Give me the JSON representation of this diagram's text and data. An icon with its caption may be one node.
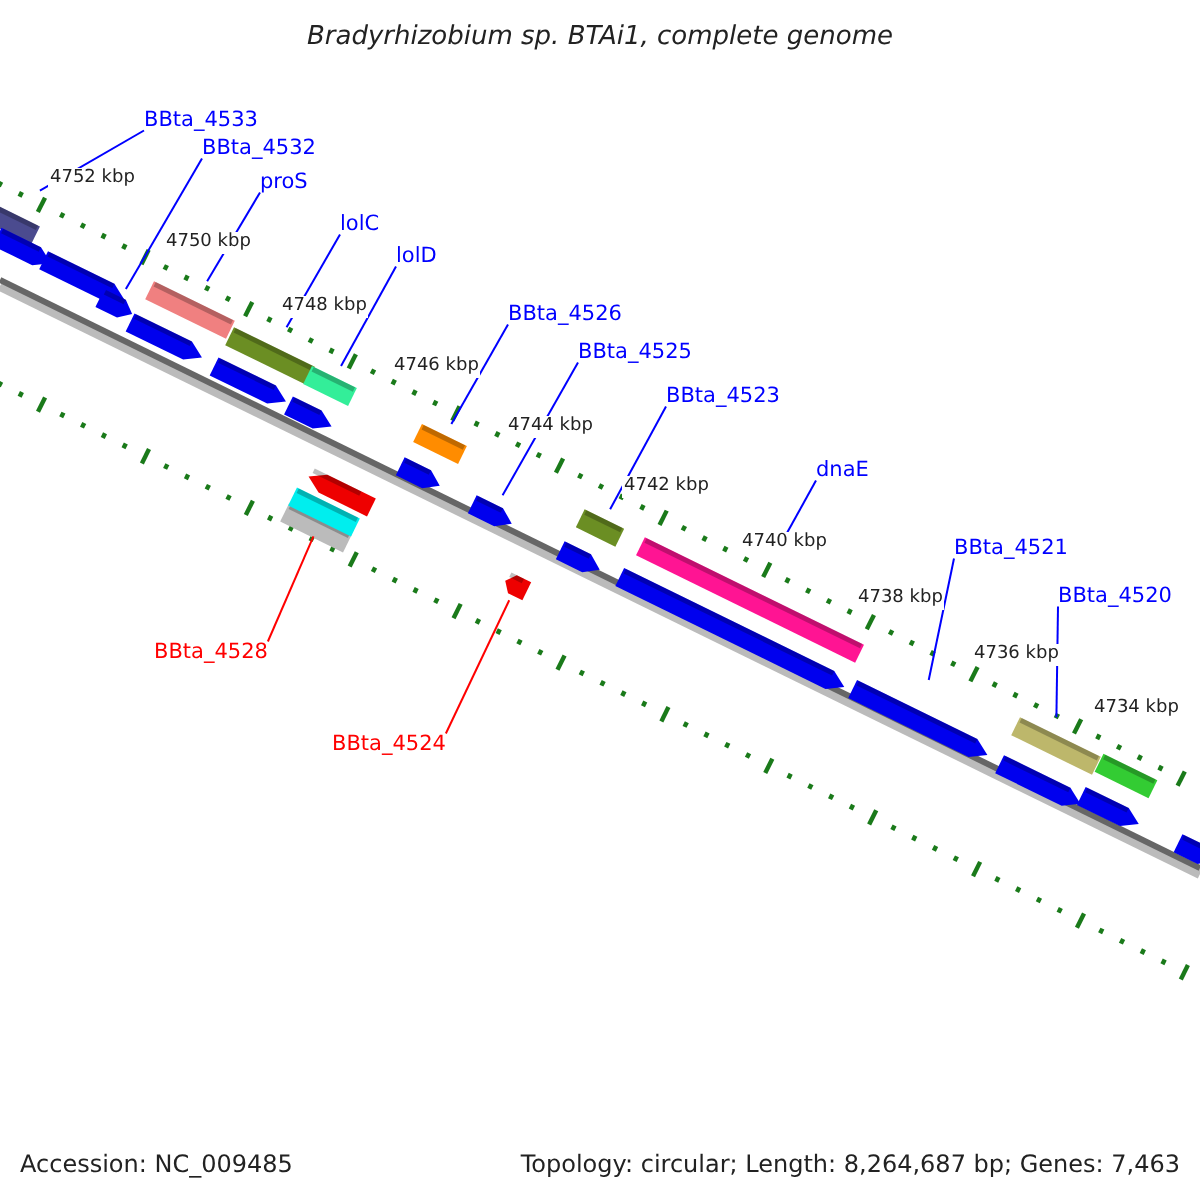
{
  "diagram": {
    "title": "Bradyrhizobium sp. BTAi1, complete genome",
    "nodes": [
      {
        "text": [
          "BBta_4533"
        ]
      },
      {
        "text": [
          "BBta_4532"
        ]
      },
      {
        "text": [
          "proS"
        ]
      },
      {
        "text": [
          "lolC"
        ]
      },
      {
        "text": [
          "lolD"
        ]
      },
      {
        "text": [
          "BBta_4526"
        ]
      },
      {
        "text": [
          "BBta_4525"
        ]
      },
      {
        "text": [
          "BBta_4523"
        ]
      },
      {
        "text": [
          "dnaE"
        ]
      },
      {
        "text": [
          "BBta_4521"
        ]
      },
      {
        "text": [
          "BBta_4520"
        ]
      },
      {
        "text": [
          "BBta_4528"
        ]
      },
      {
        "text": [
          "BBta_4524"
        ]
      },
      {
        "text": [],
        "shape": "bar"
      },
      {
        "text": [],
        "shape": "bar"
      },
      {
        "text": [],
        "shape": "bar"
      },
      {
        "text": [],
        "shape": "bar"
      },
      {
        "text": [],
        "shape": "bar"
      },
      {
        "text": [],
        "shape": "bar"
      },
      {
        "text": [],
        "shape": "bar"
      },
      {
        "text": [],
        "shape": "bar"
      },
      {
        "text": [],
        "shape": "bar"
      },
      {
        "text": [],
        "shape": "bar"
      },
      {
        "text": [],
        "shape": "bar"
      },
      {
        "text": [],
        "shape": "bar"
      },
      {
        "text": [],
        "shape": "bar"
      },
      {
        "text": [],
        "shape": "bar"
      },
      {
        "text": [],
        "shape": "bar"
      },
      {
        "text": [],
        "shape": "bar"
      },
      {
        "text": [],
        "shape": "bar"
      },
      {
        "text": [],
        "shape": "bar"
      },
      {
        "text": [],
        "shape": "bar"
      },
      {
        "text": [],
        "shape": "bar"
      },
      {
        "text": [],
        "shape": "bar"
      },
      {
        "text": [],
        "shape": "bar"
      },
      {
        "text": [],
        "shape": "bar"
      },
      {
        "text": [],
        "shape": "bar"
      },
      {
        "text": [],
        "shape": "bar"
      },
      {
        "text": [],
        "shape": "bar"
      },
      {
        "text": [],
        "shape": "bar"
      }
    ],
    "edges": [
      {
        "from": 0,
        "to": 13,
        "arrow": "none"
      },
      {
        "from": 1,
        "to": 16,
        "arrow": "none"
      },
      {
        "from": 2,
        "to": 18,
        "arrow": "none"
      },
      {
        "from": 3,
        "to": 20,
        "arrow": "none"
      },
      {
        "from": 4,
        "to": 24,
        "arrow": "none"
      },
      {
        "from": 5,
        "to": 27,
        "arrow": "none"
      },
      {
        "from": 6,
        "to": 28,
        "arrow": "none"
      },
      {
        "from": 7,
        "to": 31,
        "arrow": "none"
      },
      {
        "from": 8,
        "to": 33,
        "arrow": "none"
      },
      {
        "from": 9,
        "to": 34,
        "arrow": "none"
      },
      {
        "from": 10,
        "to": 36,
        "arrow": "none"
      },
      {
        "from": 11,
        "to": 23,
        "arrow": "none",
        "color": "#ff0000"
      },
      {
        "from": 12,
        "to": 29,
        "arrow": "none",
        "color": "#ff0000"
      }
    ],
    "labels": [
      "4752 kbp",
      "4750 kbp",
      "4748 kbp",
      "4746 kbp",
      "4744 kbp",
      "4742 kbp",
      "4740 kbp",
      "4738 kbp",
      "4736 kbp",
      "4734 kbp",
      "Accession: NC_009485",
      "Topology: circular; Length: 8,264,687 bp; Genes: 7,463"
    ]
  }
}
